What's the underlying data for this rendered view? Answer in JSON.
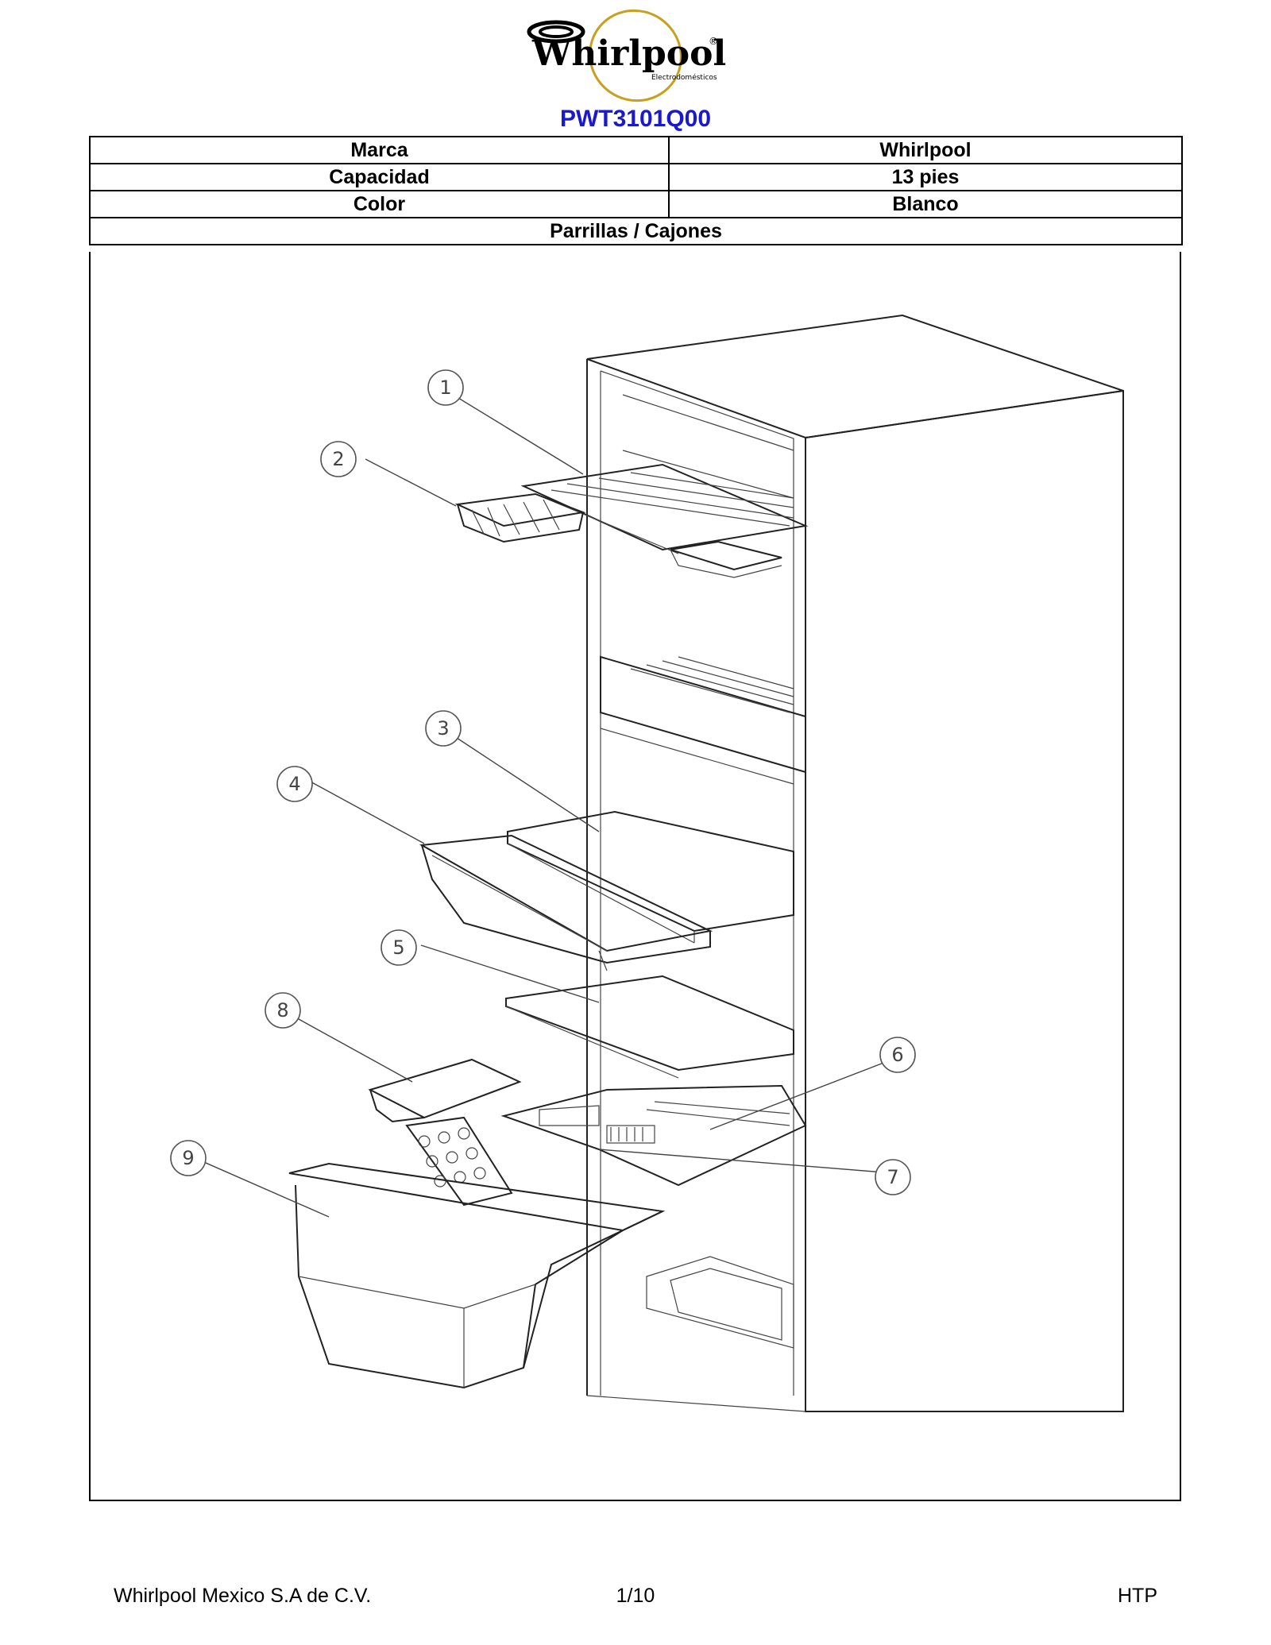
{
  "logo": {
    "brand": "Whirlpool",
    "tagline": "Electrodomésticos",
    "mark": "®"
  },
  "model": "PWT3101Q00",
  "specs": [
    {
      "label": "Marca",
      "value": "Whirlpool"
    },
    {
      "label": "Capacidad",
      "value": "13 pies"
    },
    {
      "label": "Color",
      "value": "Blanco"
    }
  ],
  "section_title": "Parrillas / Cajones",
  "callouts": [
    "1",
    "2",
    "3",
    "4",
    "5",
    "6",
    "7",
    "8",
    "9"
  ],
  "footer": {
    "left": "Whirlpool Mexico S.A de C.V.",
    "center": "1/10",
    "right": "HTP"
  }
}
